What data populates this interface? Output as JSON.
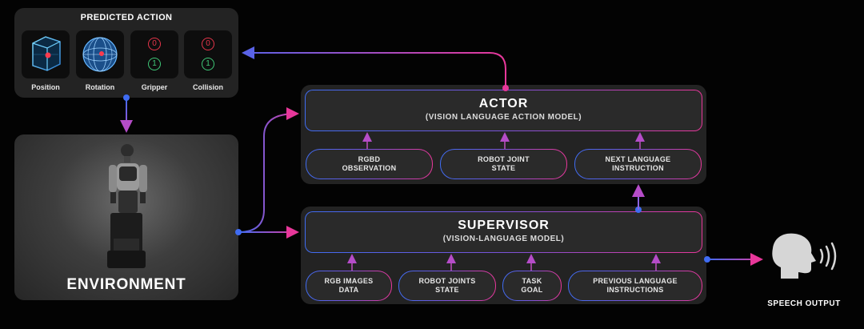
{
  "predicted_action": {
    "title": "PREDICTED ACTION",
    "tiles": [
      {
        "label": "Position",
        "icon": "cube-position-icon"
      },
      {
        "label": "Rotation",
        "icon": "sphere-rotation-icon"
      },
      {
        "label": "Gripper",
        "icon": "binary-state-icon",
        "top_digit": "0",
        "bottom_digit": "1"
      },
      {
        "label": "Collision",
        "icon": "binary-state-icon",
        "top_digit": "0",
        "bottom_digit": "1"
      }
    ]
  },
  "environment": {
    "title": "ENVIRONMENT",
    "image": "humanoid-robot"
  },
  "actor": {
    "title": "ACTOR",
    "subtitle": "(VISION LANGUAGE ACTION MODEL)",
    "inputs": [
      {
        "line1": "RGBD",
        "line2": "OBSERVATION"
      },
      {
        "line1": "ROBOT JOINT",
        "line2": "STATE"
      },
      {
        "line1": "NEXT LANGUAGE",
        "line2": "INSTRUCTION"
      }
    ]
  },
  "supervisor": {
    "title": "SUPERVISOR",
    "subtitle": "(VISION-LANGUAGE MODEL)",
    "inputs": [
      {
        "line1": "RGB IMAGES",
        "line2": "DATA"
      },
      {
        "line1": "ROBOT JOINTS",
        "line2": "STATE"
      },
      {
        "line1": "TASK",
        "line2": "GOAL"
      },
      {
        "line1": "PREVIOUS LANGUAGE",
        "line2": "INSTRUCTIONS"
      }
    ]
  },
  "speech_output": {
    "label": "SPEECH OUTPUT",
    "icon": "speaking-head-icon"
  },
  "colors": {
    "blue": "#3f6cf2",
    "purple": "#8a4ed8",
    "pink": "#e8379a",
    "zero_red": "#e5354a",
    "one_green": "#3fc777"
  }
}
